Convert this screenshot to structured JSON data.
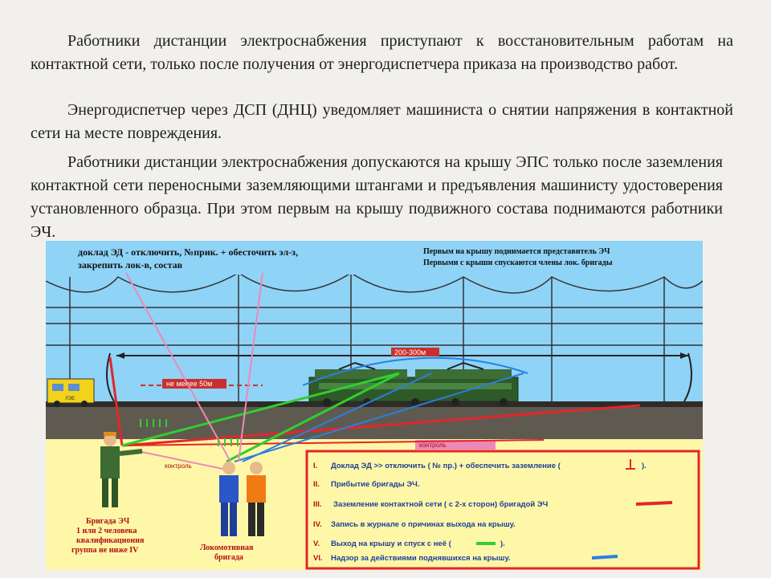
{
  "paragraphs": {
    "p1": "Работники дистанции электроснабжения приступают к восстановительным работам на контактной сети, только после получения от энергодиспетчера приказа на производство работ.",
    "p2": "Энергодиспетчер через ДСП (ДНЦ) уведомляет машиниста о снятии напряжения в контактной сети на месте повреждения.",
    "p3": "Работники дистанции электроснабжения допускаются на крышу ЭПС только после заземления контактной сети переносными заземляющими штангами и предъявления машинисту удостоверения установленного образца. При этом первым на крышу подвижного состава поднимаются работники ЭЧ."
  },
  "diagram": {
    "top_left_note_1": "доклад ЭД - отключить, №прик. + обесточить эл-з,",
    "top_left_note_2": "закрепить лок-в, состав",
    "top_right_note_1": "Первым на крышу поднимается представитель ЭЧ",
    "top_right_note_2": "Первыми с крыши спускаются члены лок. бригады",
    "distance_label": "200-300м",
    "min_distance_label": "не менее 50м",
    "control_label_1": "контроль",
    "control_label_2": "контроль",
    "car_label": "ЛЭЕ",
    "ech_crew_label_1": "Бригада ЭЧ",
    "ech_crew_label_2": "1 или 2 человека",
    "ech_crew_label_3": "квалификационня",
    "ech_crew_label_4": "группа не ниже IV",
    "loco_crew_label_1": "Локомотивная",
    "loco_crew_label_2": "бригада",
    "steps": [
      {
        "num": "I.",
        "text": "Доклад ЭД >> отключить ( № пр.) + обеспечить заземление ("
      },
      {
        "num": "II.",
        "text": "Прибытие бригады ЭЧ."
      },
      {
        "num": "III.",
        "text": "Заземление контактной сети ( с 2-х сторон) бригадой ЭЧ"
      },
      {
        "num": "IV.",
        "text": "Запись в журнале о причинах выхода на крышу."
      },
      {
        "num": "V.",
        "text": "Выход на крышу и спуск с неё ("
      },
      {
        "num": "VI.",
        "text": "Надзор за действиями поднявшихся на крышу."
      }
    ],
    "step1_suffix": ").",
    "step5_suffix": ").",
    "colors": {
      "red": "#e3262a",
      "green": "#2fcf2f",
      "blue": "#2b7fe0",
      "pink": "#ee88b8",
      "sky": "#8fd3f7",
      "ground": "#fff7a8"
    }
  }
}
